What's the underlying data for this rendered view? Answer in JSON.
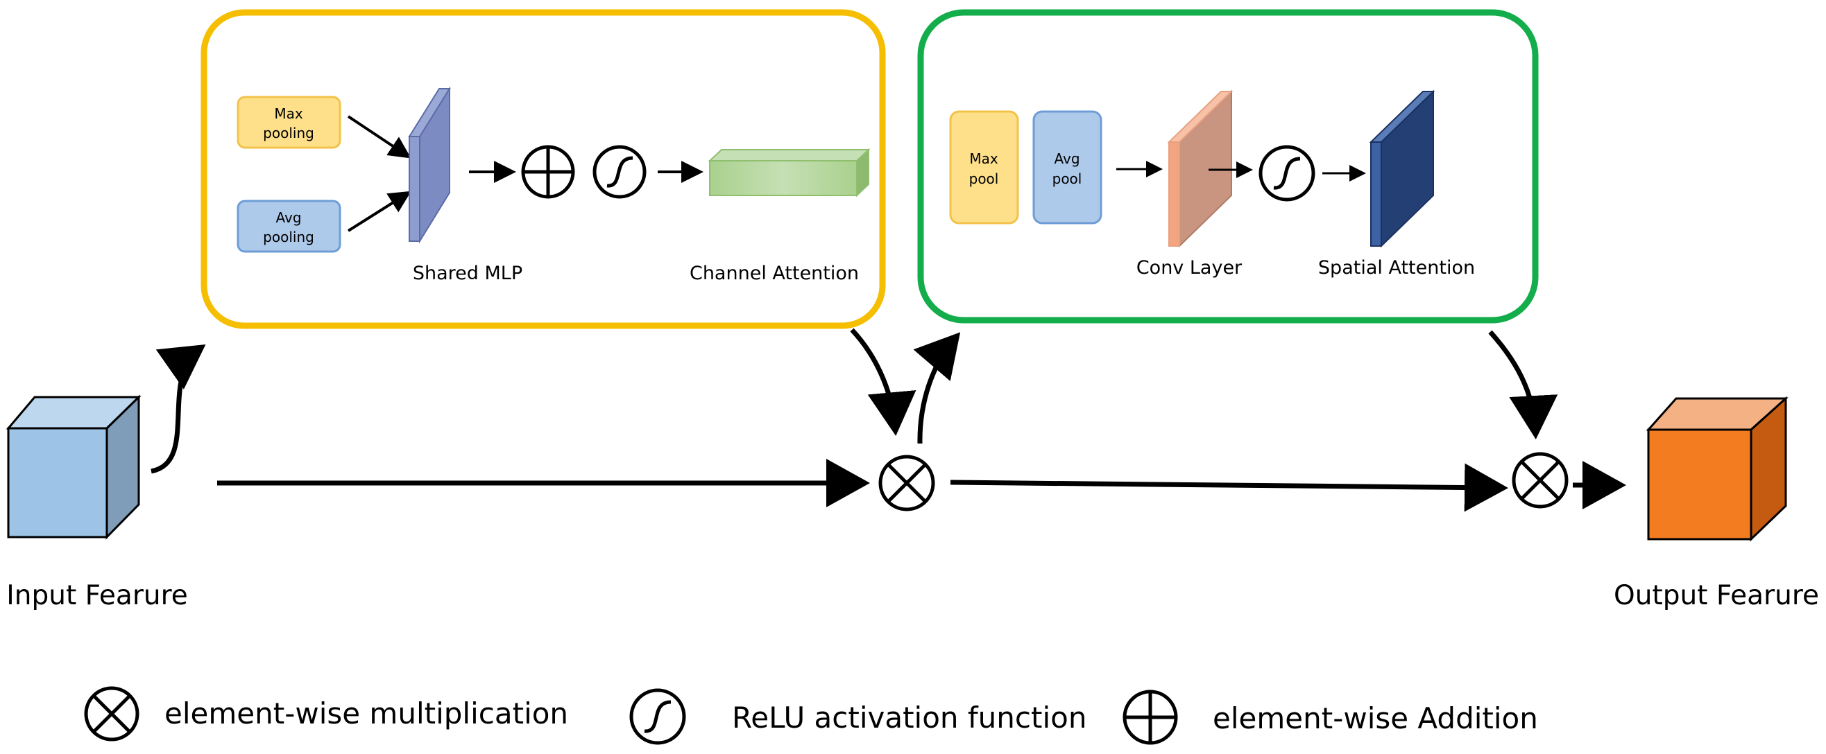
{
  "colors": {
    "channel_box_border": "#F5BE00",
    "spatial_box_border": "#13AE4B",
    "max_block_fill": "#FFE08A",
    "max_block_border": "#F2C24A",
    "avg_block_fill": "#AECAEB",
    "avg_block_border": "#6E9DD6",
    "shared_mlp_plate": "#7C8CC2",
    "channel_attention_bar": "#A9D18E",
    "conv_layer_plate": "#C99581",
    "spatial_attention_plate": "#233F73",
    "input_cube": "#9DC3E6",
    "output_cube": "#F47C20"
  },
  "channel_module": {
    "max_pooling": [
      "Max",
      "pooling"
    ],
    "avg_pooling": [
      "Avg",
      "pooling"
    ],
    "shared_mlp_label": "Shared MLP",
    "channel_attention_label": "Channel Attention"
  },
  "spatial_module": {
    "max_pool": [
      "Max",
      "pool"
    ],
    "avg_pool": [
      "Avg",
      "pool"
    ],
    "conv_layer_label": "Conv Layer",
    "spatial_attention_label": "Spatial Attention"
  },
  "input_label": "Input Fearure",
  "output_label": "Output Fearure",
  "legend": {
    "multiplication": "element-wise multiplication",
    "relu": "ReLU activation function",
    "addition": "element-wise Addition"
  }
}
